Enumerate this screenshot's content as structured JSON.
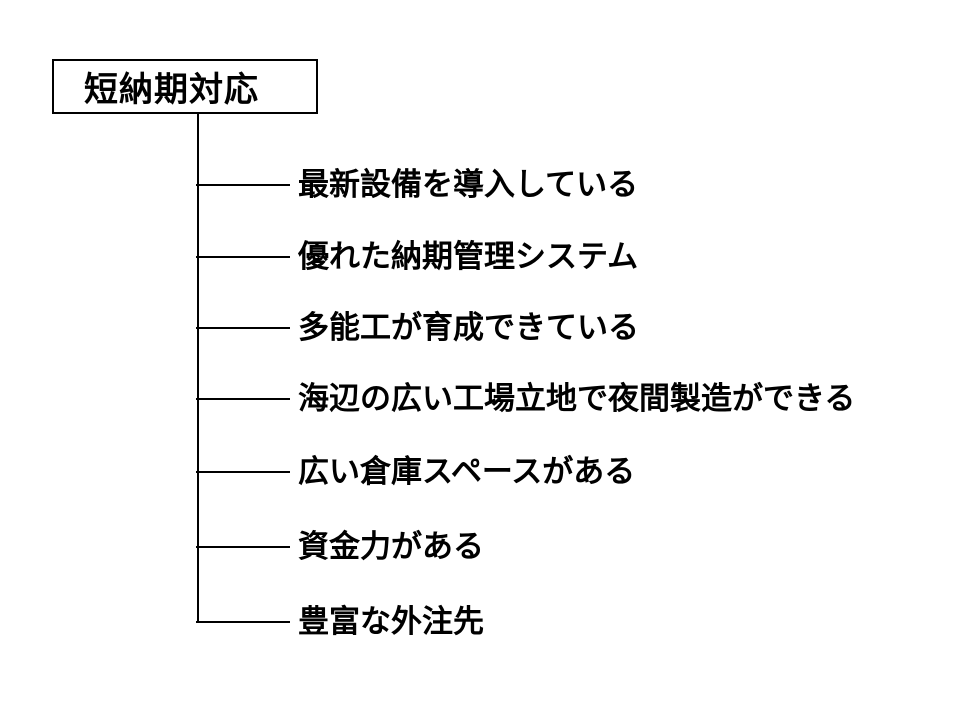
{
  "root": {
    "label": "短納期対応"
  },
  "items": [
    {
      "label": "最新設備を導入している"
    },
    {
      "label": "優れた納期管理システム"
    },
    {
      "label": "多能工が育成できている"
    },
    {
      "label": "海辺の広い工場立地で夜間製造ができる"
    },
    {
      "label": "広い倉庫スペースがある"
    },
    {
      "label": "資金力がある"
    },
    {
      "label": "豊富な外注先"
    }
  ],
  "colors": {
    "line": "#000000",
    "text": "#000000",
    "background": "#ffffff"
  }
}
